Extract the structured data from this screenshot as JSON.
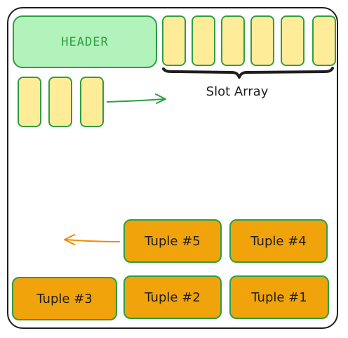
{
  "diagram": {
    "header_label": "HEADER",
    "slot_array_label": "Slot Array",
    "tuples": [
      {
        "label": "Tuple #5"
      },
      {
        "label": "Tuple #4"
      },
      {
        "label": "Tuple #3"
      },
      {
        "label": "Tuple #2"
      },
      {
        "label": "Tuple #1"
      }
    ],
    "colors": {
      "header_fill": "#b2f2bb",
      "header_stroke": "#2f9e44",
      "slot_fill": "#ffec99",
      "tuple_fill": "#f0a30a",
      "arrow_green": "#2f9e44",
      "arrow_orange": "#f08c00",
      "outline": "#1e1e1e"
    }
  }
}
